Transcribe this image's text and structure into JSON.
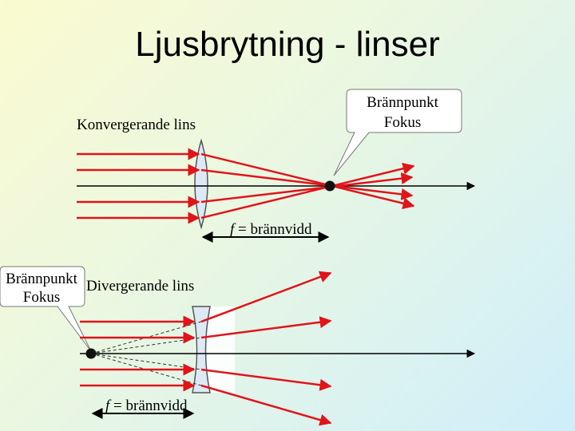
{
  "title": "Ljusbrytning - linser",
  "converging": {
    "lens_label": "Konvergerande lins",
    "callout_line1": "Brännpunkt",
    "callout_line2": "Fokus",
    "focal_italic": "f",
    "focal_rest": " = brännvidd"
  },
  "diverging": {
    "lens_label": "Divergerande lins",
    "callout_line1": "Brännpunkt",
    "callout_line2": "Fokus",
    "focal_italic": "f",
    "focal_rest": " = brännvidd"
  },
  "colors": {
    "ray": "#e0141a",
    "axis": "#000000",
    "lens_fill": "#dde9f5",
    "lens_stroke": "#555555",
    "callout_fill": "#ffffff"
  }
}
